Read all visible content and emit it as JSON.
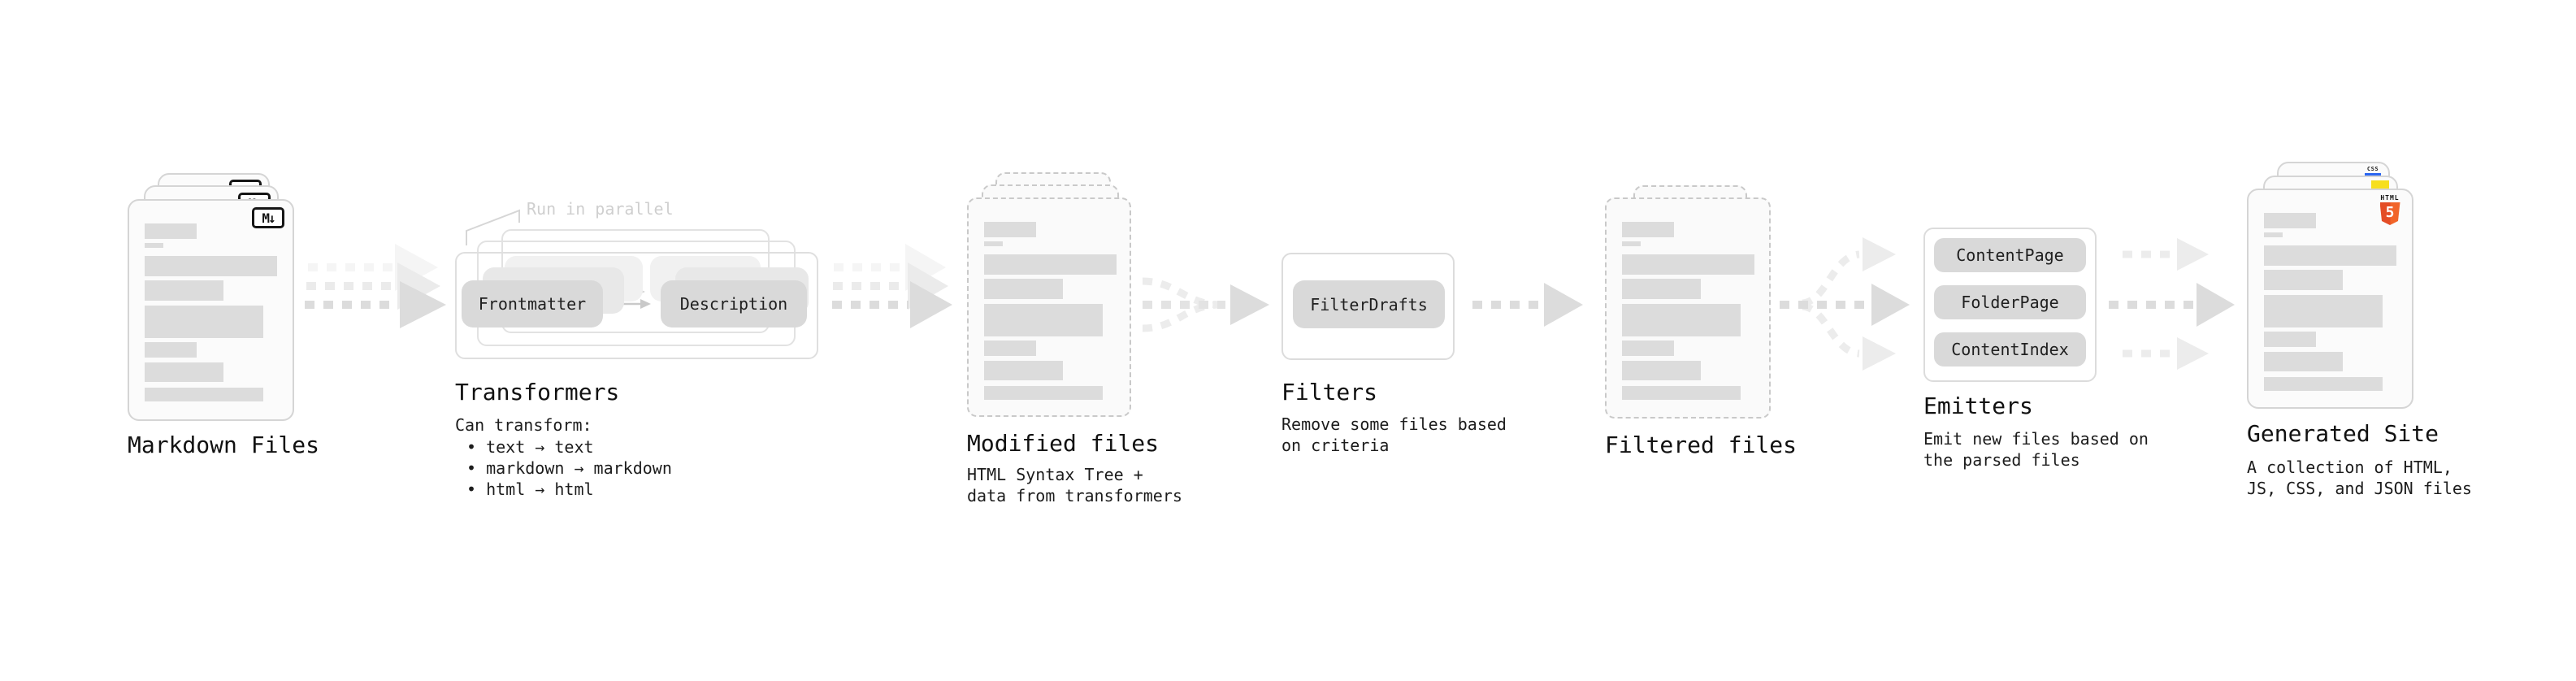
{
  "diagram": {
    "markdown": {
      "label": "Markdown Files"
    },
    "transformers": {
      "label": "Transformers",
      "note": "Run in parallel",
      "desc_title": "Can transform:",
      "bullets": [
        "• text → text",
        "• markdown → markdown",
        "• html → html"
      ],
      "node1": "Frontmatter",
      "node2": "Description"
    },
    "modified": {
      "label": "Modified files",
      "desc1": "HTML Syntax Tree +",
      "desc2": "data from transformers"
    },
    "filters": {
      "label": "Filters",
      "desc1": "Remove some files based",
      "desc2": "on criteria",
      "node": "FilterDrafts"
    },
    "filtered": {
      "label": "Filtered files"
    },
    "emitters": {
      "label": "Emitters",
      "desc1": "Emit new files based on",
      "desc2": "the parsed files",
      "nodes": [
        "ContentPage",
        "FolderPage",
        "ContentIndex"
      ]
    },
    "generated": {
      "label": "Generated Site",
      "desc1": "A collection of HTML,",
      "desc2": "JS, CSS, and JSON files"
    }
  },
  "icons": {
    "markdown_badge": "M↓",
    "html5_text": "HTML",
    "html5_number": "5",
    "css_text": "CSS"
  },
  "colors": {
    "arrow_dark": "#dcdcdc",
    "arrow_light": "#ececec",
    "arrow_faint": "#f5f5f5",
    "accent_orange": "#e44d26",
    "accent_yellow": "#f7df1e",
    "accent_blue": "#2965f1"
  }
}
